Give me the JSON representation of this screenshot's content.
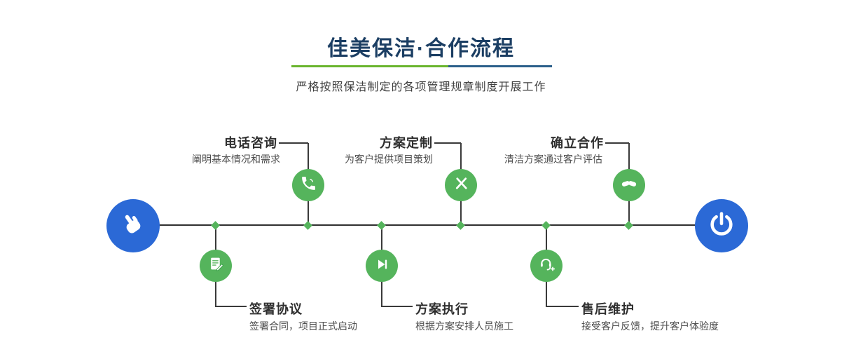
{
  "page": {
    "title": "佳美保洁·合作流程",
    "subtitle": "严格按照保洁制定的各项管理规章制度开展工作"
  },
  "colors": {
    "accent_green": "#55b45c",
    "accent_blue": "#2b69d6",
    "title_navy": "#1b3e63",
    "underline_green": "#6ab52e",
    "underline_blue": "#2b5f8a",
    "line_dark": "#303030"
  },
  "timeline": {
    "start_icon": "pointing-hand-icon",
    "end_icon": "power-icon",
    "steps_top": [
      {
        "title": "电话咨询",
        "desc": "阐明基本情况和需求",
        "icon": "phone-icon"
      },
      {
        "title": "方案定制",
        "desc": "为客户提供项目策划",
        "icon": "design-tools-icon"
      },
      {
        "title": "确立合作",
        "desc": "清洁方案通过客户评估",
        "icon": "handshake-icon"
      }
    ],
    "steps_bottom": [
      {
        "title": "签署协议",
        "desc": "签署合同，项目正式启动",
        "icon": "contract-icon"
      },
      {
        "title": "方案执行",
        "desc": "根据方案安排人员施工",
        "icon": "execute-icon"
      },
      {
        "title": "售后维护",
        "desc": "接受客户反馈，提升客户体验度",
        "icon": "aftersales-icon"
      }
    ]
  }
}
